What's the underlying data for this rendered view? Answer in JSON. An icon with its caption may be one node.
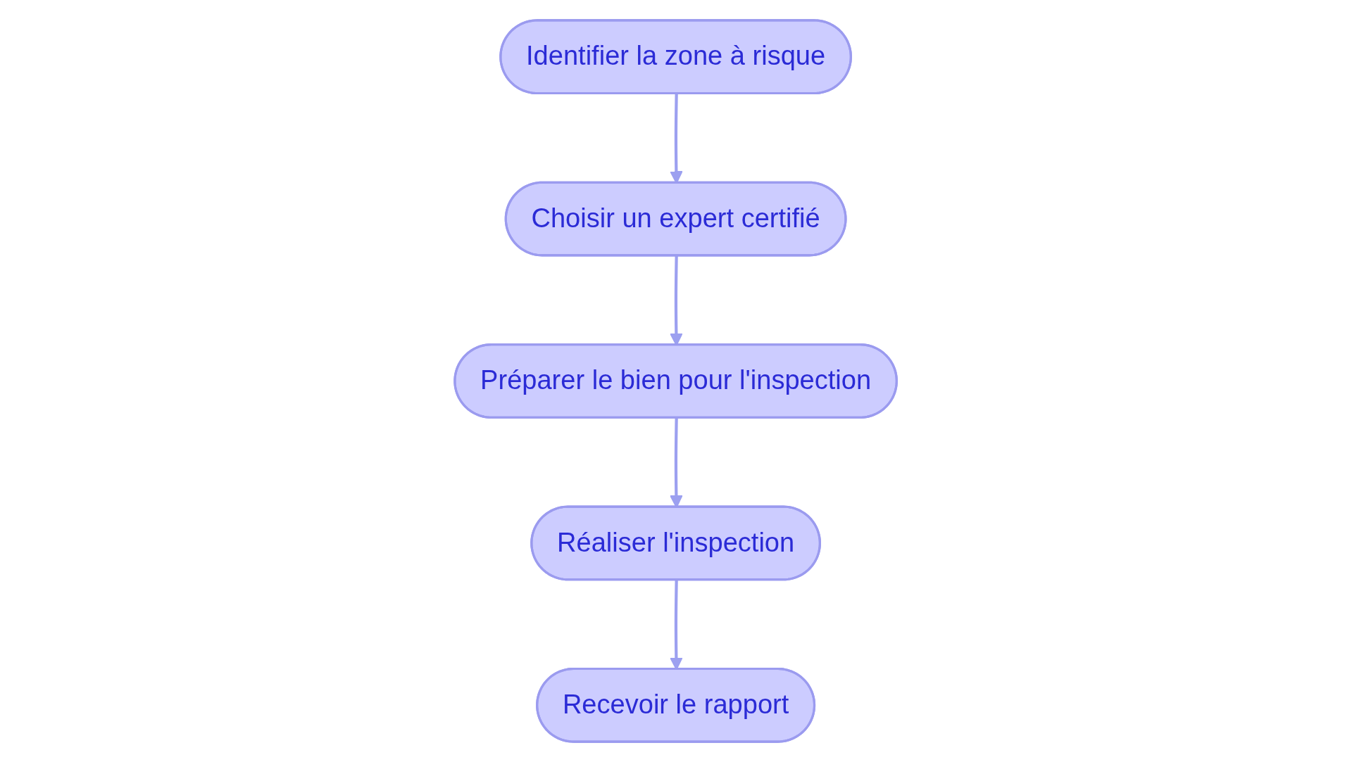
{
  "diagram": {
    "nodes": [
      {
        "text": [
          "Identifier la zone à risque"
        ]
      },
      {
        "text": [
          "Choisir un expert certifié"
        ]
      },
      {
        "text": [
          "Préparer le bien pour l'inspection"
        ]
      },
      {
        "text": [
          "Réaliser l'inspection"
        ]
      },
      {
        "text": [
          "Recevoir le rapport"
        ]
      }
    ],
    "edges": [
      {
        "from": 0,
        "to": 1,
        "arrow": "to"
      },
      {
        "from": 1,
        "to": 2,
        "arrow": "to"
      },
      {
        "from": 2,
        "to": 3,
        "arrow": "to"
      },
      {
        "from": 3,
        "to": 4,
        "arrow": "to"
      }
    ]
  }
}
